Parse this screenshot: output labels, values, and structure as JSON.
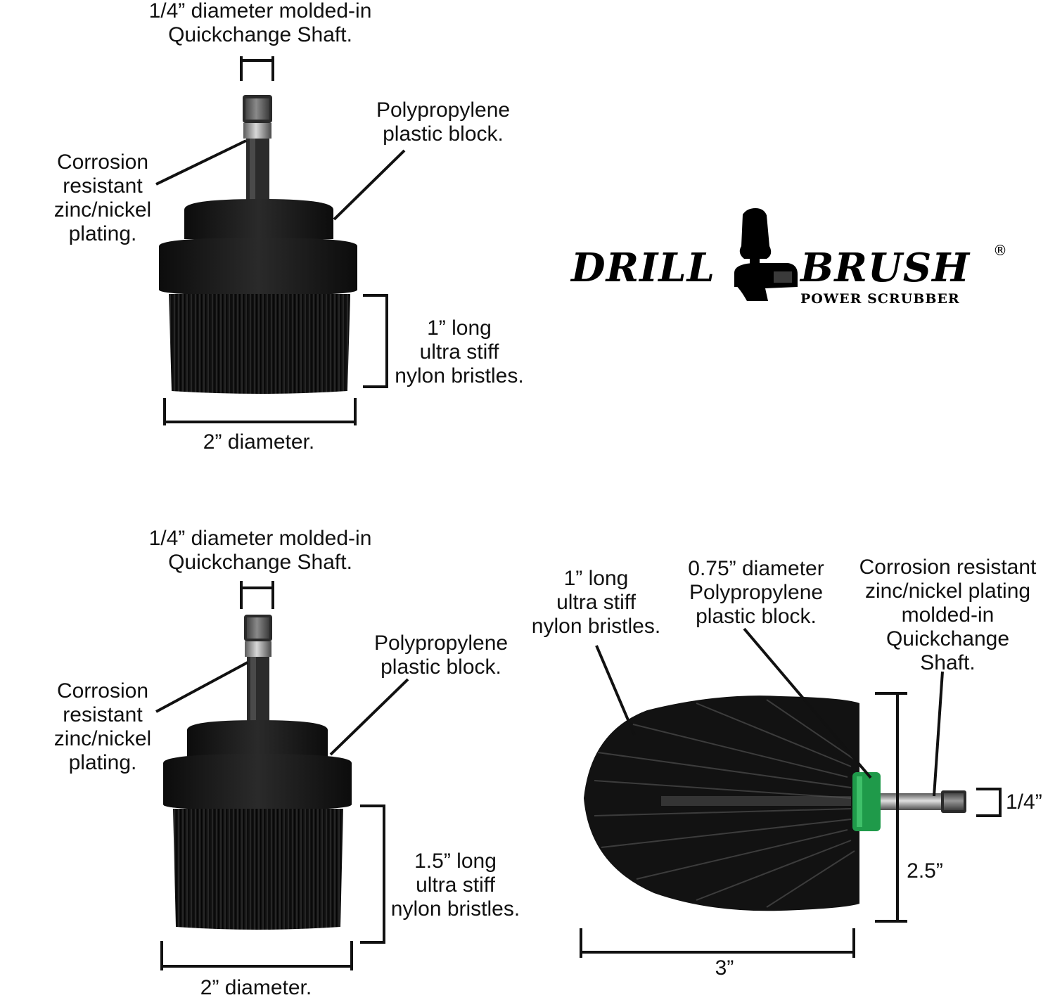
{
  "brush1": {
    "shaft": [
      "1/4” diameter molded-in",
      "Quickchange Shaft."
    ],
    "block": [
      "Polypropylene",
      "plastic block."
    ],
    "plating": [
      "Corrosion",
      "resistant",
      "zinc/nickel",
      "plating."
    ],
    "bristles": [
      "1” long",
      "ultra stiff",
      "nylon bristles."
    ],
    "diameter": "2” diameter."
  },
  "brush2": {
    "shaft": [
      "1/4” diameter molded-in",
      "Quickchange Shaft."
    ],
    "block": [
      "Polypropylene",
      "plastic block."
    ],
    "plating": [
      "Corrosion",
      "resistant",
      "zinc/nickel",
      "plating."
    ],
    "bristles": [
      "1.5” long",
      "ultra stiff",
      "nylon bristles."
    ],
    "diameter": "2” diameter."
  },
  "brush3": {
    "bristles": [
      "1” long",
      "ultra stiff",
      "nylon bristles."
    ],
    "block": [
      "0.75” diameter",
      "Polypropylene",
      "plastic block."
    ],
    "plating": [
      "Corrosion resistant",
      "zinc/nickel plating",
      "molded-in",
      "Quickchange",
      "Shaft."
    ],
    "shaft_diameter": "1/4”",
    "height": "2.5”",
    "length": "3”"
  },
  "logo": {
    "word1": "DRILL",
    "word2": "BRUSH",
    "tagline": "POWER SCRUBBER",
    "registered": "®"
  },
  "colors": {
    "ink": "#111111",
    "brush": "#151515",
    "shaft_metal": "#9a9a9a",
    "green_ring": "#1f9a4a"
  }
}
